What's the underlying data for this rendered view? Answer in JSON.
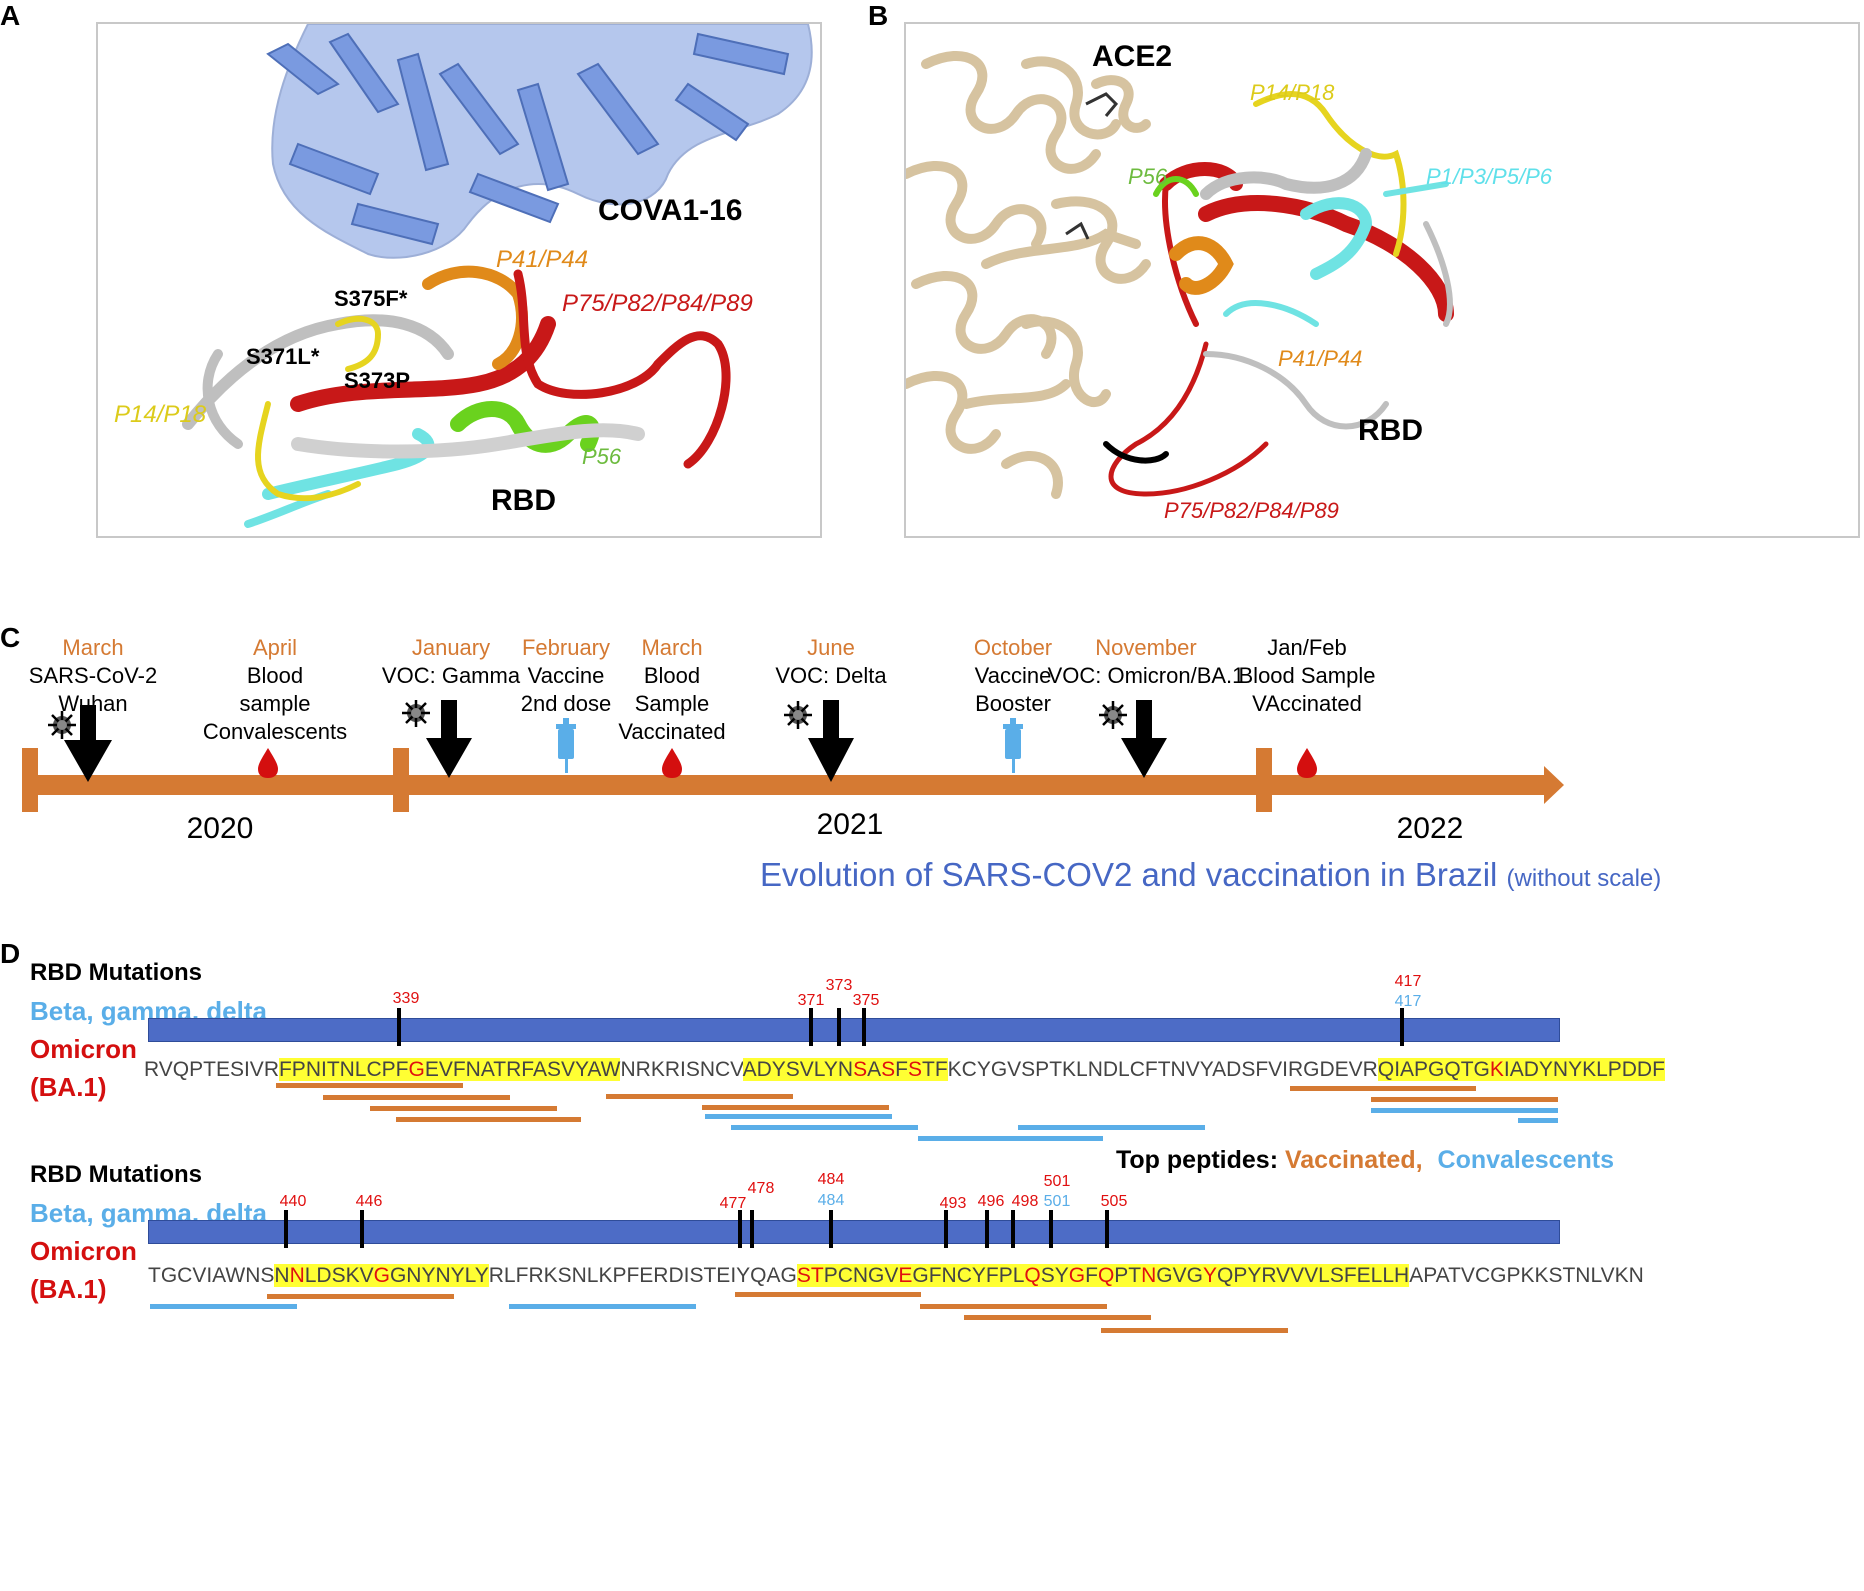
{
  "panels": {
    "a": "A",
    "b": "B",
    "c": "C",
    "d": "D"
  },
  "colors": {
    "antibody": "#7a9ae0",
    "ace2": "#d6c3a0",
    "yellow": "#e6d41f",
    "orange": "#e08a1a",
    "red": "#c81818",
    "green": "#6ad21e",
    "cyan": "#6fe3e3",
    "grey": "#bfbfbf",
    "timeline": "#d57a33",
    "vaccinated": "#d57a33",
    "convalescent": "#5aaee8",
    "mutation_bar": "#4d6cc6"
  },
  "panel_a": {
    "antibody": "COVA1-16",
    "rbd": "RBD",
    "labels": {
      "p41_p44": "P41/P44",
      "p75_p89": "P75/P82/P84/P89",
      "p14_p18": "P14/P18",
      "p56": "P56",
      "s375f": "S375F*",
      "s371l": "S371L*",
      "s373p": "S373P"
    }
  },
  "panel_b": {
    "receptor": "ACE2",
    "rbd": "RBD",
    "labels": {
      "p14_p18": "P14/P18",
      "p56": "P56",
      "p1_p6": "P1/P3/P5/P6",
      "p41_p44": "P41/P44",
      "p75_p89": "P75/P82/P84/P89"
    }
  },
  "timeline": {
    "events": [
      {
        "month": "March",
        "text": [
          "SARS-CoV-2",
          "Wuhan"
        ],
        "icon": "virus-icon"
      },
      {
        "month": "April",
        "text": [
          "Blood",
          "sample",
          "Convalescents"
        ],
        "icon": "blood-drop-icon"
      },
      {
        "month": "January",
        "text": [
          "VOC: Gamma"
        ],
        "icon": "virus-icon"
      },
      {
        "month": "February",
        "text": [
          "Vaccine",
          "2nd dose"
        ],
        "icon": "syringe-icon"
      },
      {
        "month": "March",
        "text": [
          "Blood",
          "Sample",
          "Vaccinated"
        ],
        "icon": "blood-drop-icon"
      },
      {
        "month": "June",
        "text": [
          "VOC: Delta"
        ],
        "icon": "virus-icon"
      },
      {
        "month": "October",
        "text": [
          "Vaccine",
          "Booster"
        ],
        "icon": "syringe-icon"
      },
      {
        "month": "November",
        "text": [
          "VOC: Omicron/BA.1"
        ],
        "icon": "virus-icon"
      },
      {
        "month": "",
        "text": [
          "Jan/Feb",
          "Blood Sample",
          "VAccinated"
        ],
        "icon": "blood-drop-icon"
      }
    ],
    "years": [
      "2020",
      "2021",
      "2022"
    ],
    "caption": "Evolution of SARS-COV2 and vaccination in Brazil",
    "caption_note": "(without scale)"
  },
  "panel_d": {
    "legend": {
      "title": "RBD Mutations",
      "bgd": "Beta, gamma, delta",
      "omicron": "Omicron",
      "ba1": "(BA.1)"
    },
    "row1": {
      "positions_red": [
        "339",
        "371",
        "373",
        "375",
        "417"
      ],
      "positions_blue": [
        "417"
      ],
      "sequence": [
        {
          "t": "RVQPTESIVR",
          "h": false,
          "r": false
        },
        {
          "t": "FPNITNLCPF",
          "h": true,
          "r": false
        },
        {
          "t": "G",
          "h": true,
          "r": true
        },
        {
          "t": "EVFNATRFASVYAW",
          "h": true,
          "r": false
        },
        {
          "t": "NRKRISNCV",
          "h": false,
          "r": false
        },
        {
          "t": "ADYSVLYN",
          "h": true,
          "r": false
        },
        {
          "t": "S",
          "h": true,
          "r": true
        },
        {
          "t": "A",
          "h": true,
          "r": false
        },
        {
          "t": "S",
          "h": true,
          "r": true
        },
        {
          "t": "F",
          "h": true,
          "r": false
        },
        {
          "t": "S",
          "h": true,
          "r": true
        },
        {
          "t": "TF",
          "h": true,
          "r": false
        },
        {
          "t": "KCYGVSPTKLNDLCFTNVYADSFVIRGDEVR",
          "h": false,
          "r": false
        },
        {
          "t": "QIAPGQTG",
          "h": true,
          "r": false
        },
        {
          "t": "K",
          "h": true,
          "r": true
        },
        {
          "t": "IADYNYKLPDDF",
          "h": true,
          "r": false
        }
      ]
    },
    "row2": {
      "positions_red": [
        "440",
        "446",
        "477",
        "478",
        "484",
        "493",
        "496",
        "498",
        "501",
        "505"
      ],
      "positions_blue": [
        "484",
        "501"
      ],
      "sequence": [
        {
          "t": "TGCVIAWNS",
          "h": false,
          "r": false
        },
        {
          "t": "N",
          "h": true,
          "r": false
        },
        {
          "t": "N",
          "h": true,
          "r": true
        },
        {
          "t": "LDSKV",
          "h": true,
          "r": false
        },
        {
          "t": "G",
          "h": true,
          "r": true
        },
        {
          "t": "GNYNYLY",
          "h": true,
          "r": false
        },
        {
          "t": "RLFRKSNLKPFERDISTEIYQAG",
          "h": false,
          "r": false
        },
        {
          "t": "ST",
          "h": true,
          "r": true
        },
        {
          "t": "PCNGV",
          "h": true,
          "r": false
        },
        {
          "t": "E",
          "h": true,
          "r": true
        },
        {
          "t": "GFNCYFPL",
          "h": true,
          "r": false
        },
        {
          "t": "Q",
          "h": true,
          "r": true
        },
        {
          "t": "SY",
          "h": true,
          "r": false
        },
        {
          "t": "G",
          "h": true,
          "r": true
        },
        {
          "t": "F",
          "h": true,
          "r": false
        },
        {
          "t": "Q",
          "h": true,
          "r": true
        },
        {
          "t": "PT",
          "h": true,
          "r": false
        },
        {
          "t": "N",
          "h": true,
          "r": true
        },
        {
          "t": "GVG",
          "h": true,
          "r": false
        },
        {
          "t": "Y",
          "h": true,
          "r": true
        },
        {
          "t": "QPYRVVVLSFELLH",
          "h": true,
          "r": false
        },
        {
          "t": "APATVCGPKKSTNLVKN",
          "h": false,
          "r": false
        }
      ]
    },
    "top_peptides": {
      "label": "Top peptides:",
      "vaccinated": "Vaccinated,",
      "convalescents": "Convalescents"
    }
  }
}
